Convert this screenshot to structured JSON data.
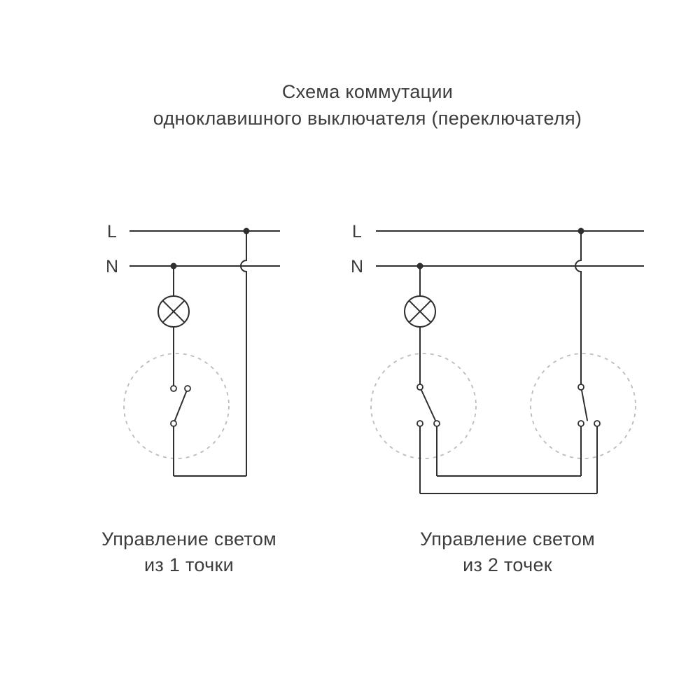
{
  "title": {
    "line1": "Схема коммутации",
    "line2": "одноклавишного выключателя (переключателя)"
  },
  "left_diagram": {
    "live_label": "L",
    "neutral_label": "N",
    "caption_line1": "Управление светом",
    "caption_line2": "из 1 точки"
  },
  "right_diagram": {
    "live_label": "L",
    "neutral_label": "N",
    "caption_line1": "Управление светом",
    "caption_line2": "из 2 точек"
  },
  "colors": {
    "wire": "#2f2f2f",
    "text": "#3d3d3d",
    "dashed_circle": "#bcbcbc",
    "background": "#ffffff"
  }
}
